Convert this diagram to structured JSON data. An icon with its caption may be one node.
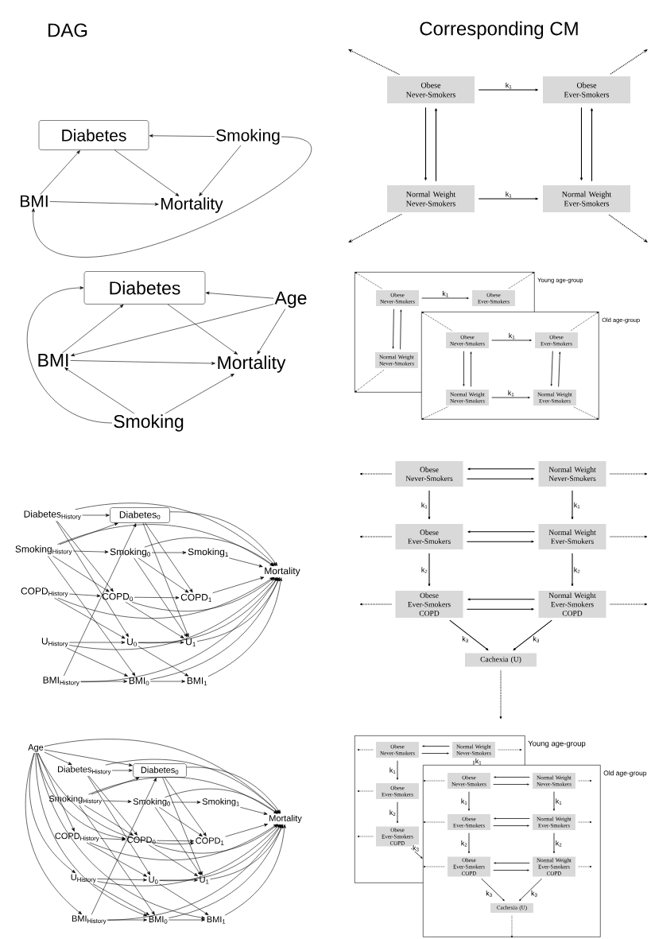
{
  "diagram": {
    "nodes": [
      {
        "text": [
          "Diabetes"
        ]
      },
      {
        "text": [
          "Smoking"
        ]
      },
      {
        "text": [
          "BMI"
        ]
      },
      {
        "text": [
          "Mortality"
        ]
      },
      {
        "text": [
          "Diabetes"
        ]
      },
      {
        "text": [
          "Age"
        ]
      },
      {
        "text": [
          "BMI"
        ]
      },
      {
        "text": [
          "Mortality"
        ]
      },
      {
        "text": [
          "Smoking"
        ]
      },
      {
        "text": [
          "Diabetes$_{History}$"
        ]
      },
      {
        "text": [
          "Diabetes$_{0}$"
        ]
      },
      {
        "text": [
          "Smoking$_{History}$"
        ]
      },
      {
        "text": [
          "Smoking$_{0}$"
        ]
      },
      {
        "text": [
          "Smoking$_{1}$"
        ]
      },
      {
        "text": [
          "Mortality"
        ]
      },
      {
        "text": [
          "COPD$_{History}$"
        ]
      },
      {
        "text": [
          "COPD$_{0}$"
        ]
      },
      {
        "text": [
          "COPD$_{1}$"
        ]
      },
      {
        "text": [
          "U$_{History}$"
        ]
      },
      {
        "text": [
          "U$_{0}$"
        ]
      },
      {
        "text": [
          "U$_{1}$"
        ]
      },
      {
        "text": [
          "BMI$_{History}$"
        ]
      },
      {
        "text": [
          "BMI$_{0}$"
        ]
      },
      {
        "text": [
          "BMI$_{1}$"
        ]
      },
      {
        "text": [
          "Age"
        ]
      },
      {
        "text": [
          "Diabetes$_{History}$"
        ]
      },
      {
        "text": [
          "Diabetes$_{0}$"
        ]
      },
      {
        "text": [
          "Smoking$_{History}$"
        ]
      },
      {
        "text": [
          "Smoking$_{0}$"
        ]
      },
      {
        "text": [
          "Smoking$_{1}$"
        ]
      },
      {
        "text": [
          "Mortality"
        ]
      },
      {
        "text": [
          "COPD$_{History}$"
        ]
      },
      {
        "text": [
          "COPD$_{0}$"
        ]
      },
      {
        "text": [
          "COPD$_{1}$"
        ]
      },
      {
        "text": [
          "U$_{History}$"
        ]
      },
      {
        "text": [
          "U$_{0}$"
        ]
      },
      {
        "text": [
          "U$_{1}$"
        ]
      },
      {
        "text": [
          "BMI$_{History}$"
        ]
      },
      {
        "text": [
          "BMI$_{0}$"
        ]
      },
      {
        "text": [
          "BMI$_{1}$"
        ]
      },
      {
        "text": [
          "Obese Never-Smokers"
        ]
      },
      {
        "text": [
          "Obese Ever-Smokers"
        ]
      },
      {
        "text": [
          "Normal Weight Never-Smokers"
        ]
      },
      {
        "text": [
          "Normal Weight Ever-Smokers"
        ]
      },
      {
        "text": [
          "Young age-group"
        ]
      },
      {
        "text": [
          "Obese Never-Smokers"
        ],
        "in": 44
      },
      {
        "text": [
          "Obese Ever-Smokers"
        ],
        "in": 44
      },
      {
        "text": [
          "Normal Weight Never-Smokers"
        ],
        "in": 44
      },
      {
        "text": [
          "Old age-group"
        ]
      },
      {
        "text": [
          "Obese Never-Smokers"
        ]
      },
      {
        "text": [
          "Obese Ever-Smokers"
        ],
        "in": 48
      },
      {
        "text": [
          "Normal Weight Never-Smokers"
        ],
        "in": 48
      },
      {
        "text": [
          "Normal Weight Ever-Smokers"
        ],
        "in": 48
      },
      {
        "text": [
          "Obese Never-Smokers"
        ]
      },
      {
        "text": [
          "Normal Weight Never-Smokers"
        ]
      },
      {
        "text": [
          "Obese Ever-Smokers"
        ]
      },
      {
        "text": [
          "Normal Weight Ever-Smokers"
        ]
      },
      {
        "text": [
          "Obese Ever-Smokers COPD"
        ]
      },
      {
        "text": [
          "Normal Weight Ever-Smokers COPD"
        ]
      },
      {
        "text": [
          "Cachexia (U)"
        ]
      },
      {
        "text": [
          "Young age-group"
        ]
      },
      {
        "text": [
          "Obese Never-Smokers"
        ],
        "in": 60
      },
      {
        "text": [
          "Normal Weight Never-Smokers"
        ],
        "in": 60
      },
      {
        "text": [
          "Obese Ever-Smokers"
        ],
        "in": 60
      },
      {
        "text": [
          "Obese Ever-Smokers COPD"
        ],
        "in": 60
      },
      {
        "text": [
          "Old age-group"
        ]
      },
      {
        "text": [
          "Obese Never-Smokers"
        ]
      },
      {
        "text": [
          "Normal Weight Never-Smokers"
        ],
        "in": 65
      },
      {
        "text": [
          "Obese Ever-Smokers"
        ]
      },
      {
        "text": [
          "Normal Weight Ever-Smokers"
        ],
        "in": 65
      },
      {
        "text": [
          "Obese Ever-Smokers COPD"
        ]
      },
      {
        "text": [
          "Normal Weight Ever-Smokers COPD"
        ],
        "in": 65
      },
      {
        "text": [
          "Cachexia (U)"
        ],
        "in": 65
      }
    ],
    "edges": [
      {
        "from": 1,
        "to": 0,
        "arrow": "to"
      },
      {
        "from": 0,
        "to": 3,
        "arrow": "to"
      },
      {
        "from": 1,
        "to": 3,
        "arrow": "to"
      },
      {
        "from": 2,
        "to": 0,
        "arrow": "to"
      },
      {
        "from": 2,
        "to": 3,
        "arrow": "to"
      },
      {
        "from": 1,
        "to": 2,
        "arrow": "to"
      },
      {
        "from": 5,
        "to": 4,
        "arrow": "to"
      },
      {
        "from": 5,
        "to": 6,
        "arrow": "to"
      },
      {
        "from": 5,
        "to": 7,
        "arrow": "to"
      },
      {
        "from": 6,
        "to": 4,
        "arrow": "to"
      },
      {
        "from": 4,
        "to": 7,
        "arrow": "to"
      },
      {
        "from": 6,
        "to": 7,
        "arrow": "to"
      },
      {
        "from": 8,
        "to": 6,
        "arrow": "to"
      },
      {
        "from": 8,
        "to": 7,
        "arrow": "to"
      },
      {
        "from": 8,
        "to": 4,
        "arrow": "to"
      },
      {
        "from": 9,
        "to": 10,
        "arrow": "to"
      },
      {
        "from": 9,
        "to": 14,
        "arrow": "to"
      },
      {
        "from": 9,
        "to": 16,
        "arrow": "to"
      },
      {
        "from": 9,
        "to": 19,
        "arrow": "to"
      },
      {
        "from": 10,
        "to": 14,
        "arrow": "to"
      },
      {
        "from": 10,
        "to": 17,
        "arrow": "to"
      },
      {
        "from": 10,
        "to": 20,
        "arrow": "to"
      },
      {
        "from": 11,
        "to": 10,
        "arrow": "to"
      },
      {
        "from": 11,
        "to": 14,
        "arrow": "to"
      },
      {
        "from": 11,
        "to": 12,
        "arrow": "to"
      },
      {
        "from": 11,
        "to": 16,
        "arrow": "to"
      },
      {
        "from": 11,
        "to": 22,
        "arrow": "to"
      },
      {
        "from": 12,
        "to": 13,
        "arrow": "to"
      },
      {
        "from": 12,
        "to": 14,
        "arrow": "to"
      },
      {
        "from": 12,
        "to": 17,
        "arrow": "to"
      },
      {
        "from": 12,
        "to": 20,
        "arrow": "to"
      },
      {
        "from": 13,
        "to": 14,
        "arrow": "to"
      },
      {
        "from": 15,
        "to": 16,
        "arrow": "to"
      },
      {
        "from": 15,
        "to": 14,
        "arrow": "to"
      },
      {
        "from": 15,
        "to": 19,
        "arrow": "to"
      },
      {
        "from": 16,
        "to": 17,
        "arrow": "to"
      },
      {
        "from": 16,
        "to": 14,
        "arrow": "to"
      },
      {
        "from": 16,
        "to": 20,
        "arrow": "to"
      },
      {
        "from": 17,
        "to": 14,
        "arrow": "to"
      },
      {
        "from": 18,
        "to": 19,
        "arrow": "to"
      },
      {
        "from": 18,
        "to": 14,
        "arrow": "to"
      },
      {
        "from": 18,
        "to": 22,
        "arrow": "to"
      },
      {
        "from": 19,
        "to": 20,
        "arrow": "to"
      },
      {
        "from": 19,
        "to": 14,
        "arrow": "to"
      },
      {
        "from": 19,
        "to": 23,
        "arrow": "to"
      },
      {
        "from": 20,
        "to": 14,
        "arrow": "to"
      },
      {
        "from": 21,
        "to": 22,
        "arrow": "to"
      },
      {
        "from": 21,
        "to": 10,
        "arrow": "to"
      },
      {
        "from": 21,
        "to": 14,
        "arrow": "to"
      },
      {
        "from": 22,
        "to": 23,
        "arrow": "to"
      },
      {
        "from": 22,
        "to": 14,
        "arrow": "to"
      },
      {
        "from": 23,
        "to": 14,
        "arrow": "to"
      },
      {
        "from": 25,
        "to": 26,
        "arrow": "to"
      },
      {
        "from": 25,
        "to": 30,
        "arrow": "to"
      },
      {
        "from": 25,
        "to": 32,
        "arrow": "to"
      },
      {
        "from": 25,
        "to": 35,
        "arrow": "to"
      },
      {
        "from": 26,
        "to": 30,
        "arrow": "to"
      },
      {
        "from": 26,
        "to": 33,
        "arrow": "to"
      },
      {
        "from": 26,
        "to": 36,
        "arrow": "to"
      },
      {
        "from": 27,
        "to": 26,
        "arrow": "to"
      },
      {
        "from": 27,
        "to": 30,
        "arrow": "to"
      },
      {
        "from": 27,
        "to": 28,
        "arrow": "to"
      },
      {
        "from": 27,
        "to": 32,
        "arrow": "to"
      },
      {
        "from": 27,
        "to": 38,
        "arrow": "to"
      },
      {
        "from": 28,
        "to": 29,
        "arrow": "to"
      },
      {
        "from": 28,
        "to": 30,
        "arrow": "to"
      },
      {
        "from": 28,
        "to": 33,
        "arrow": "to"
      },
      {
        "from": 28,
        "to": 36,
        "arrow": "to"
      },
      {
        "from": 29,
        "to": 30,
        "arrow": "to"
      },
      {
        "from": 31,
        "to": 32,
        "arrow": "to"
      },
      {
        "from": 31,
        "to": 30,
        "arrow": "to"
      },
      {
        "from": 31,
        "to": 35,
        "arrow": "to"
      },
      {
        "from": 32,
        "to": 33,
        "arrow": "to"
      },
      {
        "from": 32,
        "to": 30,
        "arrow": "to"
      },
      {
        "from": 32,
        "to": 36,
        "arrow": "to"
      },
      {
        "from": 33,
        "to": 30,
        "arrow": "to"
      },
      {
        "from": 34,
        "to": 35,
        "arrow": "to"
      },
      {
        "from": 34,
        "to": 30,
        "arrow": "to"
      },
      {
        "from": 34,
        "to": 38,
        "arrow": "to"
      },
      {
        "from": 35,
        "to": 36,
        "arrow": "to"
      },
      {
        "from": 35,
        "to": 30,
        "arrow": "to"
      },
      {
        "from": 35,
        "to": 39,
        "arrow": "to"
      },
      {
        "from": 36,
        "to": 30,
        "arrow": "to"
      },
      {
        "from": 37,
        "to": 38,
        "arrow": "to"
      },
      {
        "from": 37,
        "to": 26,
        "arrow": "to"
      },
      {
        "from": 37,
        "to": 30,
        "arrow": "to"
      },
      {
        "from": 38,
        "to": 39,
        "arrow": "to"
      },
      {
        "from": 38,
        "to": 30,
        "arrow": "to"
      },
      {
        "from": 39,
        "to": 30,
        "arrow": "to"
      },
      {
        "from": 24,
        "to": 30,
        "arrow": "to"
      },
      {
        "from": 24,
        "to": 25,
        "arrow": "to"
      },
      {
        "from": 24,
        "to": 26,
        "arrow": "to"
      },
      {
        "from": 24,
        "to": 31,
        "arrow": "to"
      },
      {
        "from": 24,
        "to": 34,
        "arrow": "to"
      },
      {
        "from": 24,
        "to": 32,
        "arrow": "to"
      },
      {
        "from": 24,
        "to": 33,
        "arrow": "to"
      },
      {
        "from": 24,
        "to": 37,
        "arrow": "to"
      },
      {
        "from": 24,
        "to": 38,
        "arrow": "to"
      },
      {
        "from": 24,
        "to": 39,
        "arrow": "to"
      },
      {
        "from": 40,
        "to": 41,
        "arrow": "to",
        "label": "k$_{1}$"
      },
      {
        "from": 42,
        "to": 43,
        "arrow": "to",
        "label": "k$_{1}$"
      },
      {
        "from": 40,
        "to": 42,
        "arrow": "to"
      },
      {
        "from": 42,
        "to": 40,
        "arrow": "to"
      },
      {
        "from": 41,
        "to": 43,
        "arrow": "to"
      },
      {
        "from": 43,
        "to": 41,
        "arrow": "to"
      },
      {
        "from": 40,
        "to": null,
        "arrow": "to",
        "style": "dashed"
      },
      {
        "from": 41,
        "to": null,
        "arrow": "to",
        "style": "dashed"
      },
      {
        "from": 42,
        "to": null,
        "arrow": "to",
        "style": "dashed"
      },
      {
        "from": 43,
        "to": null,
        "arrow": "to",
        "style": "dashed"
      },
      {
        "from": 45,
        "to": 46,
        "arrow": "to",
        "label": "k$_{1}$"
      },
      {
        "from": 45,
        "to": 47,
        "arrow": "to"
      },
      {
        "from": 47,
        "to": 45,
        "arrow": "to"
      },
      {
        "from": 45,
        "to": 44,
        "arrow": "to",
        "style": "dashed"
      },
      {
        "from": 46,
        "to": 44,
        "arrow": "to",
        "style": "dashed"
      },
      {
        "from": 47,
        "to": 44,
        "arrow": "to",
        "style": "dashed"
      },
      {
        "from": 49,
        "to": 50,
        "arrow": "to",
        "label": "k$_{1}$"
      },
      {
        "from": 51,
        "to": 52,
        "arrow": "to",
        "label": "k$_{1}$"
      },
      {
        "from": 49,
        "to": 51,
        "arrow": "to"
      },
      {
        "from": 51,
        "to": 49,
        "arrow": "to"
      },
      {
        "from": 50,
        "to": 52,
        "arrow": "to"
      },
      {
        "from": 52,
        "to": 50,
        "arrow": "to"
      },
      {
        "from": 49,
        "to": 48,
        "arrow": "to",
        "style": "dashed"
      },
      {
        "from": 50,
        "to": 48,
        "arrow": "to",
        "style": "dashed"
      },
      {
        "from": 51,
        "to": 48,
        "arrow": "to",
        "style": "dashed"
      },
      {
        "from": 52,
        "to": 48,
        "arrow": "to",
        "style": "dashed"
      },
      {
        "from": 54,
        "to": 53,
        "arrow": "to"
      },
      {
        "from": 53,
        "to": 54,
        "arrow": "to"
      },
      {
        "from": 53,
        "to": 55,
        "arrow": "to",
        "label": "k$_{1}$"
      },
      {
        "from": 54,
        "to": 56,
        "arrow": "to",
        "label": "k$_{1}$"
      },
      {
        "from": 56,
        "to": 55,
        "arrow": "to"
      },
      {
        "from": 55,
        "to": 56,
        "arrow": "to"
      },
      {
        "from": 55,
        "to": 57,
        "arrow": "to",
        "label": "k$_{2}$"
      },
      {
        "from": 56,
        "to": 58,
        "arrow": "to",
        "label": "k$_{2}$"
      },
      {
        "from": 58,
        "to": 57,
        "arrow": "to"
      },
      {
        "from": 57,
        "to": 58,
        "arrow": "to"
      },
      {
        "from": 57,
        "to": 59,
        "arrow": "to",
        "label": "k$_{3}$"
      },
      {
        "from": 58,
        "to": 59,
        "arrow": "to",
        "label": "k$_{3}$"
      },
      {
        "from": 53,
        "to": null,
        "arrow": "to",
        "style": "dashed"
      },
      {
        "from": 54,
        "to": null,
        "arrow": "to",
        "style": "dashed"
      },
      {
        "from": 55,
        "to": null,
        "arrow": "to",
        "style": "dashed"
      },
      {
        "from": 56,
        "to": null,
        "arrow": "to",
        "style": "dashed"
      },
      {
        "from": 57,
        "to": null,
        "arrow": "to",
        "style": "dashed"
      },
      {
        "from": 58,
        "to": null,
        "arrow": "to",
        "style": "dashed"
      },
      {
        "from": 59,
        "to": null,
        "arrow": "to",
        "style": "dashed"
      },
      {
        "from": 62,
        "to": 61,
        "arrow": "to"
      },
      {
        "from": 61,
        "to": 62,
        "arrow": "to"
      },
      {
        "from": 61,
        "to": 63,
        "arrow": "to",
        "label": "k$_{1}$"
      },
      {
        "from": 63,
        "to": 64,
        "arrow": "to",
        "label": "k$_{2}$"
      },
      {
        "from": 61,
        "to": null,
        "arrow": "to",
        "style": "dashed"
      },
      {
        "from": 62,
        "to": null,
        "arrow": "to",
        "style": "dashed"
      },
      {
        "from": 63,
        "to": null,
        "arrow": "to",
        "style": "dashed"
      },
      {
        "from": 64,
        "to": null,
        "arrow": "to",
        "style": "dashed"
      },
      {
        "from": 64,
        "to": 65,
        "arrow": "to",
        "label": "k$_{3}$"
      },
      {
        "from": 62,
        "to": 65,
        "arrow": "none",
        "label": "k$_{1}$"
      },
      {
        "from": 67,
        "to": 66,
        "arrow": "to"
      },
      {
        "from": 66,
        "to": 67,
        "arrow": "to"
      },
      {
        "from": 66,
        "to": 68,
        "arrow": "to",
        "label": "k$_{1}$"
      },
      {
        "from": 67,
        "to": 69,
        "arrow": "to",
        "label": "k$_{1}$"
      },
      {
        "from": 69,
        "to": 68,
        "arrow": "to"
      },
      {
        "from": 68,
        "to": 69,
        "arrow": "to"
      },
      {
        "from": 68,
        "to": 70,
        "arrow": "to",
        "label": "k$_{2}$"
      },
      {
        "from": 69,
        "to": 71,
        "arrow": "to",
        "label": "k$_{2}$"
      },
      {
        "from": 71,
        "to": 70,
        "arrow": "to"
      },
      {
        "from": 70,
        "to": 71,
        "arrow": "to"
      },
      {
        "from": 70,
        "to": 72,
        "arrow": "to",
        "label": "k$_{3}$"
      },
      {
        "from": 71,
        "to": 72,
        "arrow": "to",
        "label": "k$_{3}$"
      },
      {
        "from": 66,
        "to": 65,
        "arrow": "to",
        "style": "dashed"
      },
      {
        "from": 67,
        "to": null,
        "arrow": "to",
        "style": "dashed"
      },
      {
        "from": 68,
        "to": 65,
        "arrow": "to",
        "style": "dashed"
      },
      {
        "from": 69,
        "to": null,
        "arrow": "to",
        "style": "dashed"
      },
      {
        "from": 70,
        "to": 65,
        "arrow": "to",
        "style": "dashed"
      },
      {
        "from": 71,
        "to": null,
        "arrow": "to",
        "style": "dashed"
      },
      {
        "from": 72,
        "to": null,
        "arrow": "to",
        "style": "dashed"
      }
    ],
    "labels": [
      "DAG",
      "Corresponding CM"
    ]
  }
}
